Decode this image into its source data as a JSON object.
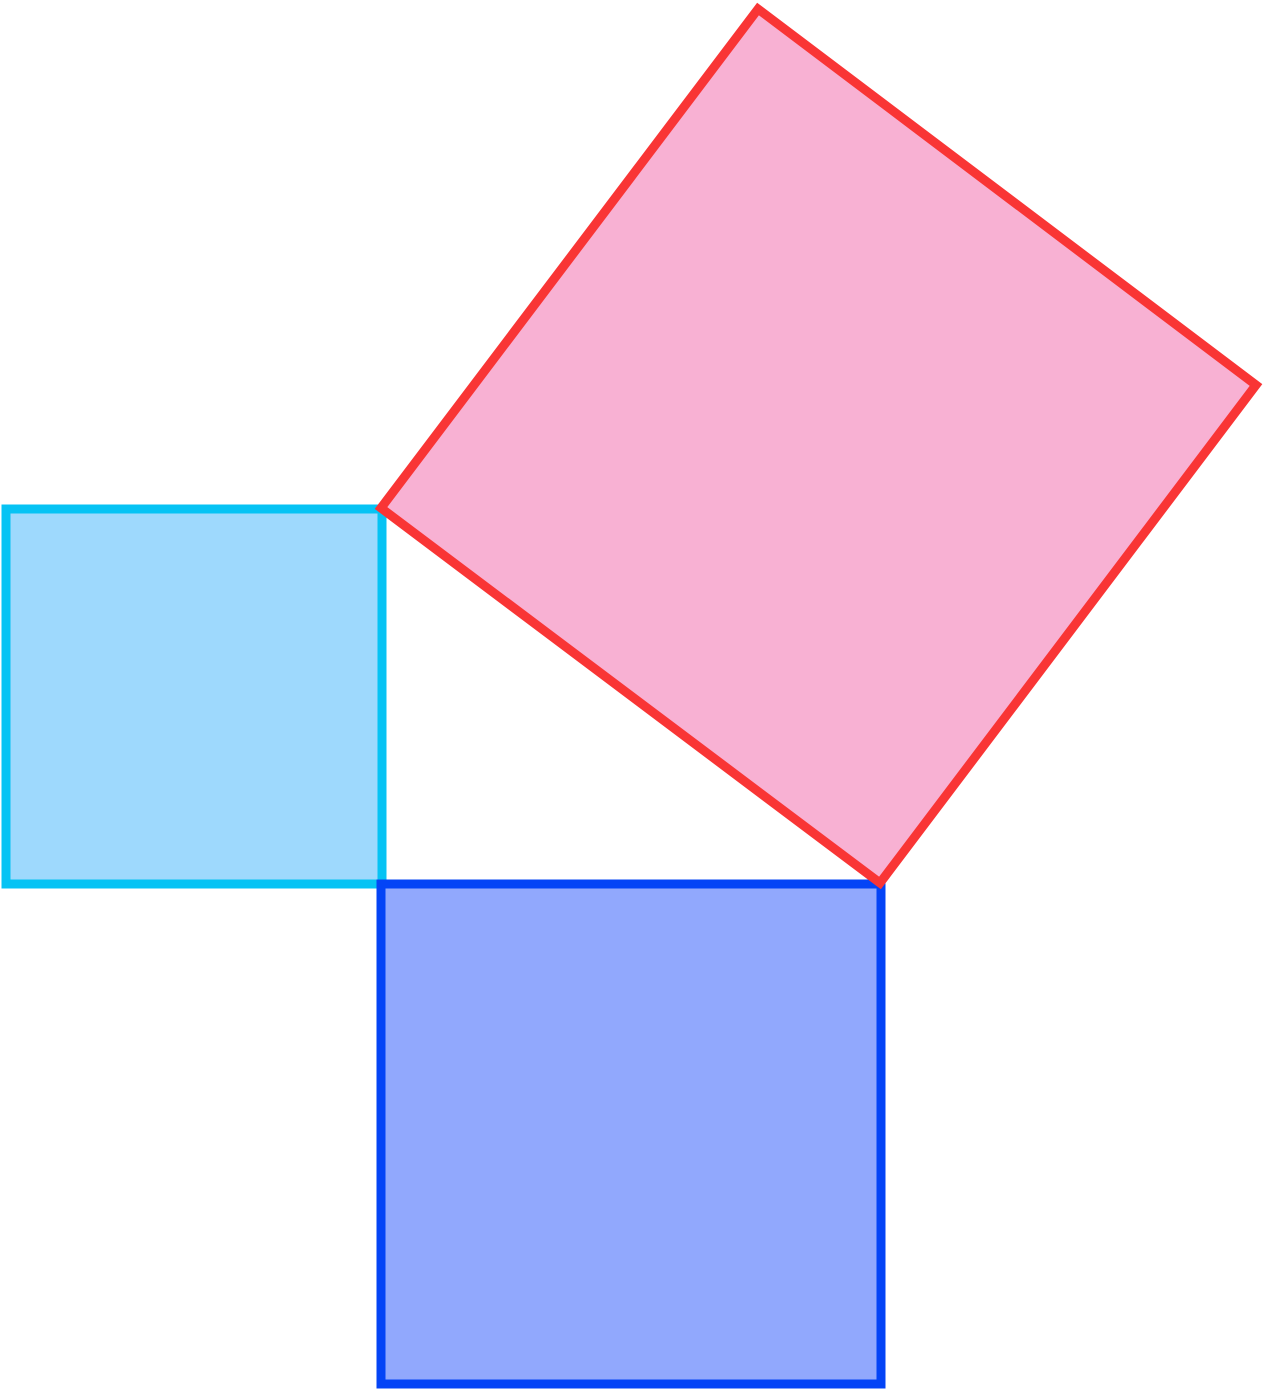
{
  "diagram": {
    "type": "pythagorean-squares",
    "shapes": [
      {
        "id": "square-left",
        "fill": "#9ED9FD",
        "stroke": "#06C3F4"
      },
      {
        "id": "square-bottom",
        "fill": "#91A8FD",
        "stroke": "#0444F6"
      },
      {
        "id": "square-tilted",
        "fill": "#F8B1D3",
        "stroke": "#F93535"
      }
    ]
  }
}
